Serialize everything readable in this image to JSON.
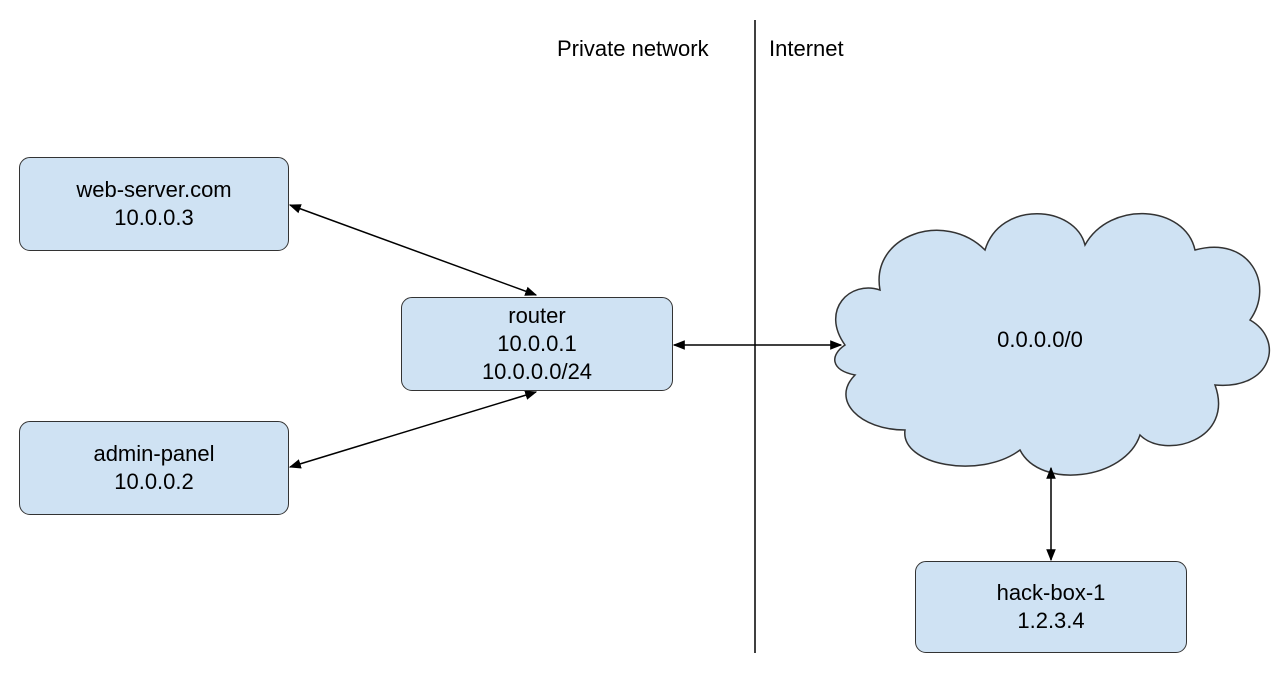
{
  "zones": {
    "private_label": "Private network",
    "internet_label": "Internet"
  },
  "nodes": {
    "web_server": {
      "name": "web-server.com",
      "ip": "10.0.0.3"
    },
    "admin_panel": {
      "name": "admin-panel",
      "ip": "10.0.0.2"
    },
    "router": {
      "name": "router",
      "ip": "10.0.0.1",
      "subnet": "10.0.0.0/24"
    },
    "internet_cloud": {
      "label": "0.0.0.0/0"
    },
    "hack_box": {
      "name": "hack-box-1",
      "ip": "1.2.3.4"
    }
  },
  "connections": [
    {
      "from": "web-server.com",
      "to": "router",
      "direction": "bidirectional"
    },
    {
      "from": "admin-panel",
      "to": "router",
      "direction": "bidirectional"
    },
    {
      "from": "router",
      "to": "0.0.0.0/0",
      "direction": "bidirectional"
    },
    {
      "from": "0.0.0.0/0",
      "to": "hack-box-1",
      "direction": "bidirectional"
    }
  ],
  "colors": {
    "node_fill": "#cfe2f3",
    "node_border": "#333333",
    "line": "#000000"
  }
}
